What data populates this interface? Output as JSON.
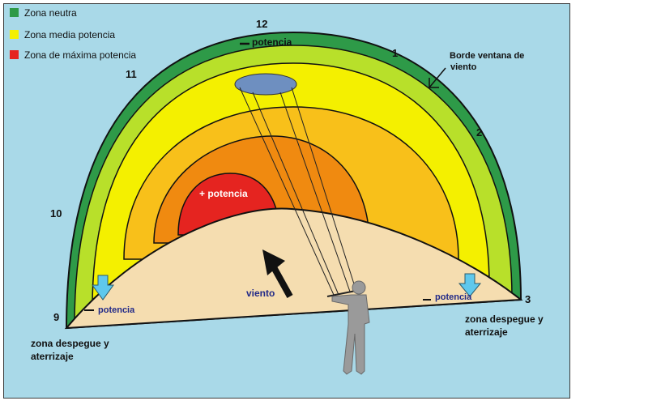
{
  "legend": [
    {
      "label": "Zona neutra",
      "color": "#2e9a48"
    },
    {
      "label": "Zona media potencia",
      "color": "#f4f000"
    },
    {
      "label": "Zona de máxima potencia",
      "color": "#e52420"
    }
  ],
  "clock_positions": [
    "12",
    "1",
    "2",
    "3",
    "9",
    "10",
    "11"
  ],
  "labels": {
    "top_potencia": "potencia",
    "max_potencia": "+ potencia",
    "left_potencia": "potencia",
    "right_potencia": "potencia",
    "wind": "viento",
    "edge_line1": "Borde ventana de",
    "edge_line2": "viento",
    "left_zone_line1": "zona despegue y",
    "left_zone_line2": "aterrizaje",
    "right_zone_line1": "zona despegue y",
    "right_zone_line2": "aterrizaje"
  },
  "colors": {
    "sky": "#a9d9e8",
    "dark_green": "#2e9a48",
    "light_green": "#b8e02a",
    "yellow": "#f4f000",
    "light_orange": "#f8c01a",
    "orange": "#f08a10",
    "red": "#e52420",
    "ground": "#f5ddb0",
    "kite": "#6e8fc0",
    "arrow": "#5fc8ec",
    "person": "#9a9a9a"
  }
}
